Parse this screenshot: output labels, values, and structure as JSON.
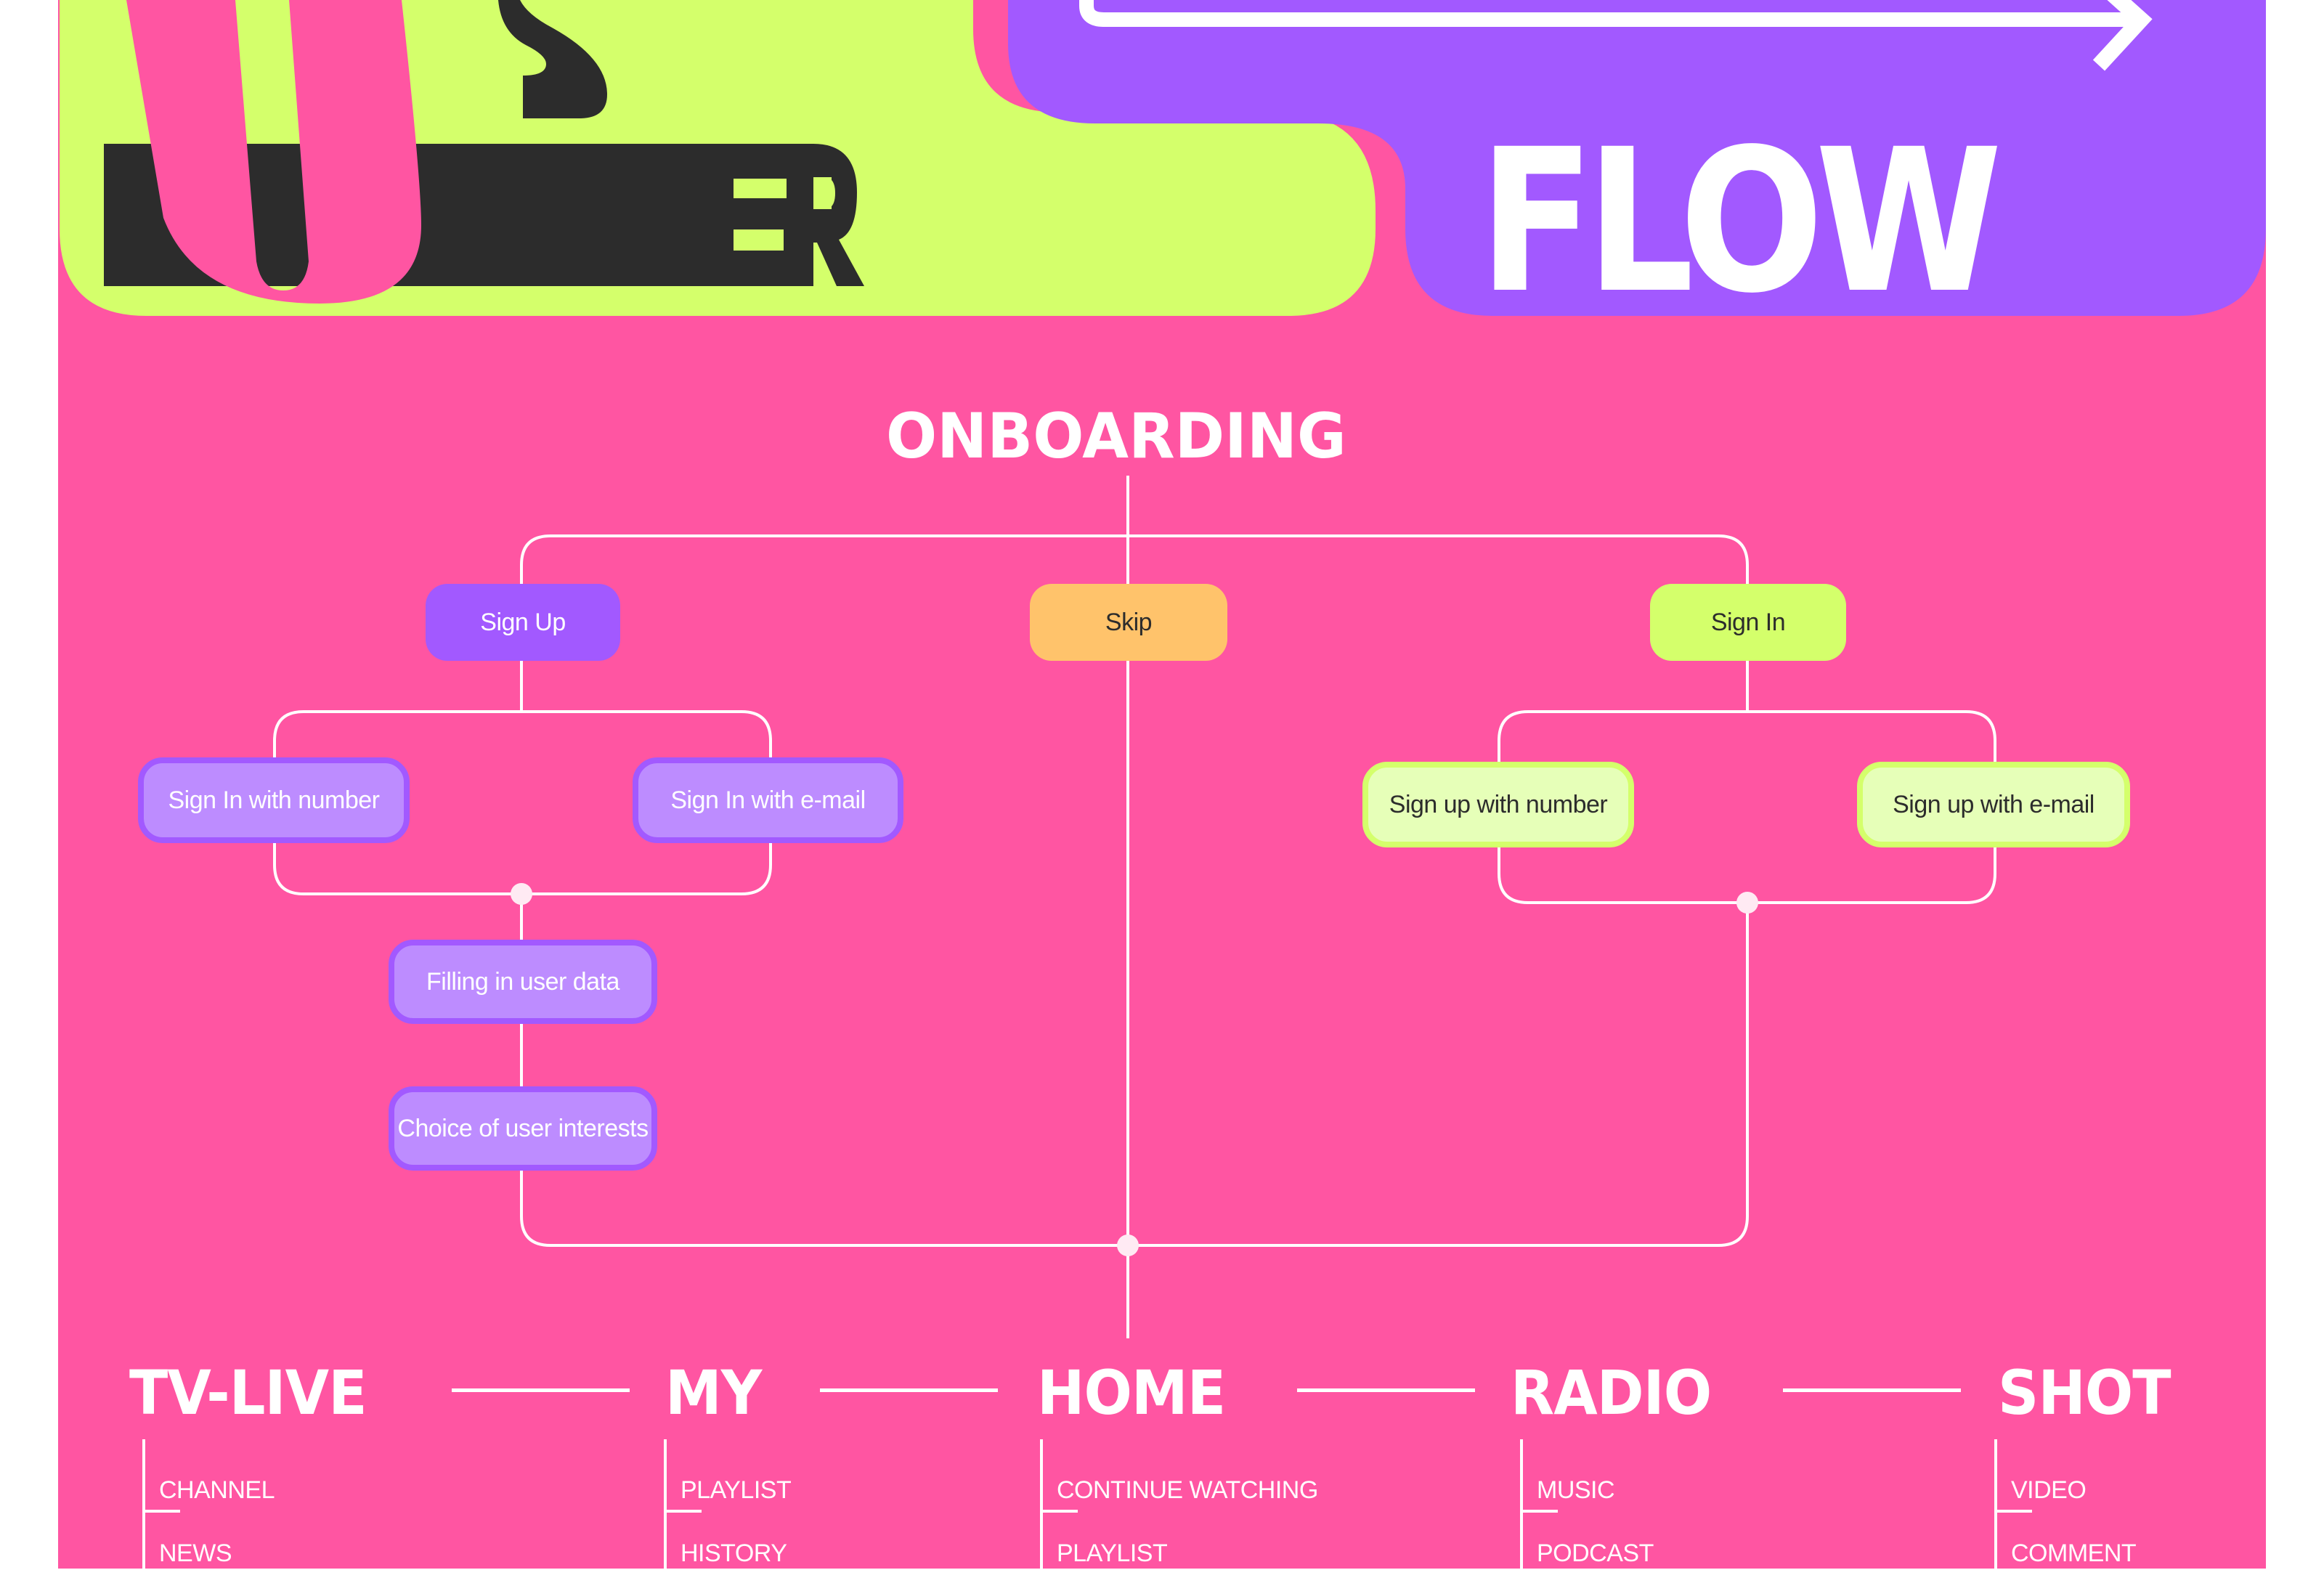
{
  "colors": {
    "background": "#FF55A2",
    "lime": "#D4FF6B",
    "purple": "#A259FF",
    "purple_soft": "#BD8CFF",
    "lime_soft": "#E6FFB8",
    "orange": "#FFC36B",
    "dark": "#2C2C2C",
    "white": "#FFFFFF"
  },
  "header": {
    "title_word_1": "USER",
    "title_word_1_visible_tail": "ER",
    "title_word_2": "FLOW",
    "arrow_icon": "arrow-right-icon"
  },
  "onboarding": {
    "title": "ONBOARDING",
    "branches": [
      {
        "label": "Sign Up",
        "children": [
          "Sign In with number",
          "Sign In with e-mail"
        ],
        "steps": [
          "Filling in user data",
          "Choice of user interests"
        ]
      },
      {
        "label": "Skip",
        "children": [],
        "steps": []
      },
      {
        "label": "Sign In",
        "children": [
          "Sign up with number",
          "Sign up with e-mail"
        ],
        "steps": []
      }
    ]
  },
  "navigation": {
    "sections": [
      {
        "title": "TV-LIVE",
        "items": [
          "CHANNEL",
          "NEWS"
        ]
      },
      {
        "title": "MY",
        "items": [
          "PLAYLIST",
          "HISTORY"
        ]
      },
      {
        "title": "HOME",
        "items": [
          "CONTINUE WATCHING",
          "PLAYLIST"
        ]
      },
      {
        "title": "RADIO",
        "items": [
          "MUSIC",
          "PODCAST"
        ]
      },
      {
        "title": "SHOT",
        "items": [
          "VIDEO",
          "COMMENT"
        ]
      }
    ]
  }
}
